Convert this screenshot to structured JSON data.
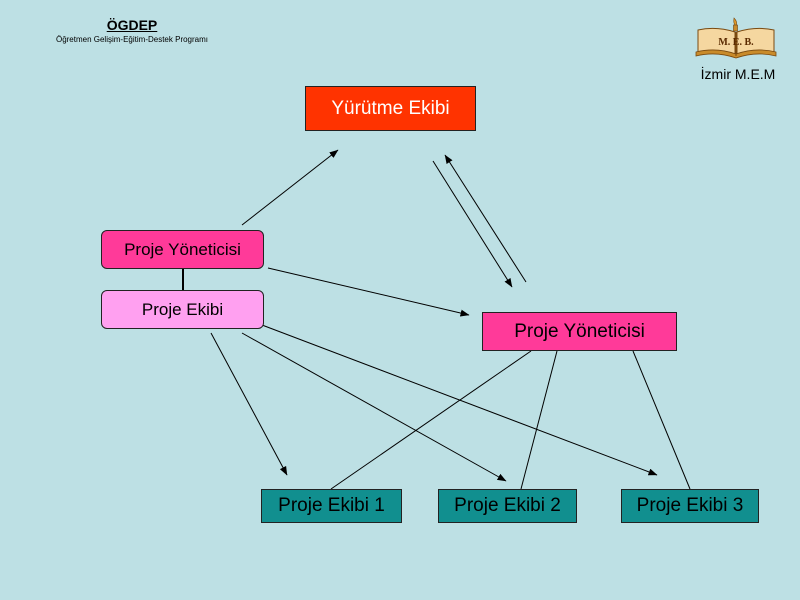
{
  "header": {
    "title": "ÖGDEP",
    "subtitle": "Öğretmen Gelişim-Eğitim-Destek Programı"
  },
  "logo": {
    "text": "M. E. B."
  },
  "org_label": "İzmir M.E.M",
  "boxes": {
    "yurutme": "Yürütme Ekibi",
    "proje_yoneticisi_left": "Proje Yöneticisi",
    "proje_ekibi": "Proje Ekibi",
    "proje_yoneticisi_right": "Proje Yöneticisi",
    "team1": "Proje Ekibi 1",
    "team2": "Proje Ekibi 2",
    "team3": "Proje Ekibi 3"
  },
  "colors": {
    "background": "#bde0e4",
    "yurutme": "#ff3300",
    "proje_yoneticisi": "#ff3a99",
    "proje_ekibi": "#ffa0f0",
    "team": "#118f8f"
  }
}
